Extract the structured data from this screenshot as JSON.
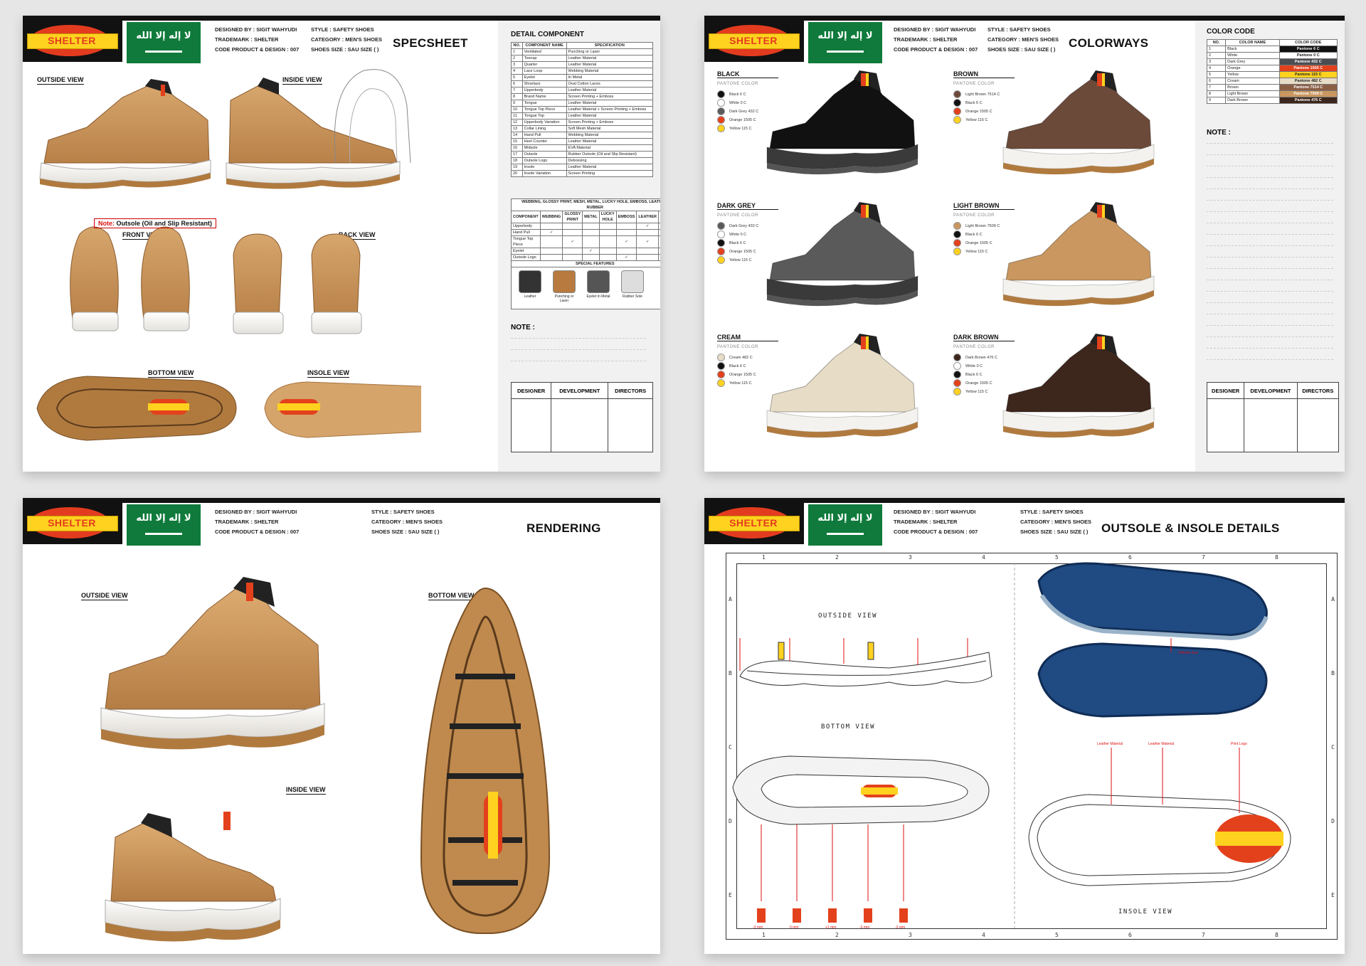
{
  "brand": {
    "logo_text": "SHELTER",
    "flag_script": "لا إله إلا الله"
  },
  "header": {
    "designed_by": "DESIGNED BY : SIGIT WAHYUDI",
    "trademark": "TRADEMARK : SHELTER",
    "code": "CODE PRODUCT & DESIGN : 007",
    "style": "STYLE : SAFETY SHOES",
    "category": "CATEGORY : MEN'S SHOES",
    "size": "SHOES SIZE : SAU SIZE (   )"
  },
  "specsheet": {
    "title": "SPECSHEET",
    "views": [
      "OUTSIDE VIEW",
      "INSIDE VIEW",
      "FRONT VIEW",
      "BACK VIEW",
      "BOTTOM VIEW",
      "INSOLE VIEW"
    ],
    "note_red_prefix": "Note:",
    "note_red_text": " Outsole (Oil and Slip Resistant)",
    "detail_title": "DETAIL COMPONENT",
    "detail_headers": [
      "NO.",
      "COMPONENT NAME",
      "SPECIFICATION"
    ],
    "detail_rows": [
      [
        "1",
        "Ventilated",
        "Punching or Laser"
      ],
      [
        "2",
        "Toecap",
        "Leather Material"
      ],
      [
        "3",
        "Quarter",
        "Leather Material"
      ],
      [
        "4",
        "Lace Loop",
        "Webbing Material"
      ],
      [
        "5",
        "Eyelet",
        "In Metal"
      ],
      [
        "6",
        "Shoelace",
        "Oval Cotton Laces"
      ],
      [
        "7",
        "Upperbody",
        "Leather Material"
      ],
      [
        "8",
        "Brand Name",
        "Screen Printing + Emboss"
      ],
      [
        "9",
        "Tongue",
        "Leather Material"
      ],
      [
        "10",
        "Tongue Top Piece",
        "Leather Material + Screen Printing + Emboss"
      ],
      [
        "11",
        "Tongue Top",
        "Leather Material"
      ],
      [
        "12",
        "Upperbody Variation",
        "Screen Printing + Emboss"
      ],
      [
        "13",
        "Collar Lining",
        "Soft Mesh Material"
      ],
      [
        "14",
        "Hand Pull",
        "Webbing Material"
      ],
      [
        "15",
        "Heel Counter",
        "Leather Material"
      ],
      [
        "16",
        "Midsole",
        "EVA Material"
      ],
      [
        "17",
        "Outsole",
        "Rubber Outsole (Oil and Slip Resistant)"
      ],
      [
        "18",
        "Outsole Logo",
        "Debossing"
      ],
      [
        "19",
        "Insole",
        "Leather Material"
      ],
      [
        "20",
        "Insole Variation",
        "Screen Printing"
      ]
    ],
    "material_title": "WEBBING, GLOSSY PRINT, MESH, METAL, LUCKY HOLE, EMBOSS, LEATHER, RUBBER",
    "material_headers": [
      "COMPONENT",
      "WEBBING",
      "GLOSSY PRINT",
      "METAL",
      "LUCKY HOLE",
      "EMBOSS",
      "LEATHER",
      "RUBBER"
    ],
    "material_rows": [
      [
        "Upperbody",
        "",
        "",
        "",
        "",
        "",
        "✓",
        ""
      ],
      [
        "Hand Pull",
        "✓",
        "",
        "",
        "",
        "",
        "",
        ""
      ],
      [
        "Tongue Top Piece",
        "",
        "✓",
        "",
        "",
        "✓",
        "✓",
        ""
      ],
      [
        "Eyelet",
        "",
        "",
        "✓",
        "",
        "",
        "",
        ""
      ],
      [
        "Outsole Logo",
        "",
        "",
        "",
        "",
        "✓",
        "",
        "✓"
      ]
    ],
    "special_title": "SPECIAL FEATURES",
    "special_items": [
      "Leather",
      "Punching or Laser",
      "Eyelet In Metal",
      "Rubber Sole"
    ],
    "note_label": "NOTE :",
    "sign_headers": [
      "DESIGNER",
      "DEVELOPMENT",
      "DIRECTORS"
    ]
  },
  "colorways": {
    "title": "COLORWAYS",
    "pantone_label": "PANTONE COLOR",
    "items": [
      {
        "name": "BLACK",
        "swatches": [
          {
            "c": "#111111",
            "t": "Black 6 C"
          },
          {
            "c": "#ffffff",
            "t": "White 0 C"
          },
          {
            "c": "#5a5a5a",
            "t": "Dark Grey 432 C"
          },
          {
            "c": "#e3411c",
            "t": "Orange 1505 C"
          },
          {
            "c": "#ffd21f",
            "t": "Yellow 115 C"
          }
        ]
      },
      {
        "name": "BROWN",
        "swatches": [
          {
            "c": "#6b4a3a",
            "t": "Light Brown 7514 C"
          },
          {
            "c": "#111111",
            "t": "Black 6 C"
          },
          {
            "c": "#e3411c",
            "t": "Orange 1505 C"
          },
          {
            "c": "#ffd21f",
            "t": "Yellow 115 C"
          }
        ]
      },
      {
        "name": "DARK GREY",
        "swatches": [
          {
            "c": "#5a5a5a",
            "t": "Dark Grey 432 C"
          },
          {
            "c": "#ffffff",
            "t": "White 0 C"
          },
          {
            "c": "#111111",
            "t": "Black 6 C"
          },
          {
            "c": "#e3411c",
            "t": "Orange 1505 C"
          },
          {
            "c": "#ffd21f",
            "t": "Yellow 115 C"
          }
        ]
      },
      {
        "name": "LIGHT BROWN",
        "swatches": [
          {
            "c": "#c9975f",
            "t": "Light Brown 7509 C"
          },
          {
            "c": "#111111",
            "t": "Black 6 C"
          },
          {
            "c": "#e3411c",
            "t": "Orange 1505 C"
          },
          {
            "c": "#ffd21f",
            "t": "Yellow 115 C"
          }
        ]
      },
      {
        "name": "CREAM",
        "swatches": [
          {
            "c": "#e7dcc6",
            "t": "Cream 482 C"
          },
          {
            "c": "#111111",
            "t": "Black 6 C"
          },
          {
            "c": "#e3411c",
            "t": "Orange 1505 C"
          },
          {
            "c": "#ffd21f",
            "t": "Yellow 115 C"
          }
        ]
      },
      {
        "name": "DARK BROWN",
        "swatches": [
          {
            "c": "#3d261c",
            "t": "Dark Brown 476 C"
          },
          {
            "c": "#ffffff",
            "t": "White 0 C"
          },
          {
            "c": "#111111",
            "t": "Black 6 C"
          },
          {
            "c": "#e3411c",
            "t": "Orange 1505 C"
          },
          {
            "c": "#ffd21f",
            "t": "Yellow 115 C"
          }
        ]
      }
    ],
    "code_title": "COLOR CODE",
    "code_headers": [
      "NO.",
      "COLOR NAME",
      "COLOR CODE"
    ],
    "code_rows": [
      {
        "no": "1",
        "name": "Black",
        "code": "Pantone 6 C",
        "bg": "#111111",
        "fg": "#ffffff"
      },
      {
        "no": "2",
        "name": "White",
        "code": "Pantone 0 C",
        "bg": "#ffffff",
        "fg": "#222222"
      },
      {
        "no": "3",
        "name": "Dark Grey",
        "code": "Pantone 432 C",
        "bg": "#4a4d52",
        "fg": "#ffffff"
      },
      {
        "no": "4",
        "name": "Orange",
        "code": "Pantone 1505 C",
        "bg": "#e3411c",
        "fg": "#ffffff"
      },
      {
        "no": "5",
        "name": "Yellow",
        "code": "Pantone 115 C",
        "bg": "#ffd21f",
        "fg": "#222222"
      },
      {
        "no": "6",
        "name": "Cream",
        "code": "Pantone 482 C",
        "bg": "#e7dcc6",
        "fg": "#222222"
      },
      {
        "no": "7",
        "name": "Brown",
        "code": "Pantone 7514 C",
        "bg": "#8a5e45",
        "fg": "#ffffff"
      },
      {
        "no": "8",
        "name": "Light Brown",
        "code": "Pantone 7509 C",
        "bg": "#c9975f",
        "fg": "#ffffff"
      },
      {
        "no": "9",
        "name": "Dark Brown",
        "code": "Pantone 476 C",
        "bg": "#3d261c",
        "fg": "#ffffff"
      }
    ],
    "note_label": "NOTE :",
    "sign_headers": [
      "DESIGNER",
      "DEVELOPMENT",
      "DIRECTORS"
    ]
  },
  "rendering": {
    "title": "RENDERING",
    "outside_label": "OUTSIDE VIEW",
    "inside_label": "INSIDE VIEW",
    "bottom_label": "BOTTOM VIEW"
  },
  "outsole": {
    "title": "OUTSOLE & INSOLE DETAILS",
    "outside_label": "OUTSIDE VIEW",
    "bottom_label": "BOTTOM VIEW",
    "insole_label": "INSOLE VIEW",
    "grid_cols": [
      "1",
      "2",
      "3",
      "4",
      "5",
      "6",
      "7",
      "8"
    ],
    "grid_rows": [
      "A",
      "B",
      "C",
      "D",
      "E"
    ],
    "callouts": [
      "Orthotic Eva",
      "Leather Material",
      "Leather Material",
      "Print Logo"
    ],
    "dims": [
      "-3 mm",
      "0 mm",
      "+1 mm",
      "-3 mm",
      "-2 mm"
    ]
  },
  "colors": {
    "tan": "#c9975f",
    "tan_dark": "#a8743f",
    "sole": "#f4f2ee",
    "gum": "#b07a3f",
    "accent_red": "#e3411c",
    "accent_yellow": "#ffd21f",
    "green": "#0f7a3b"
  }
}
